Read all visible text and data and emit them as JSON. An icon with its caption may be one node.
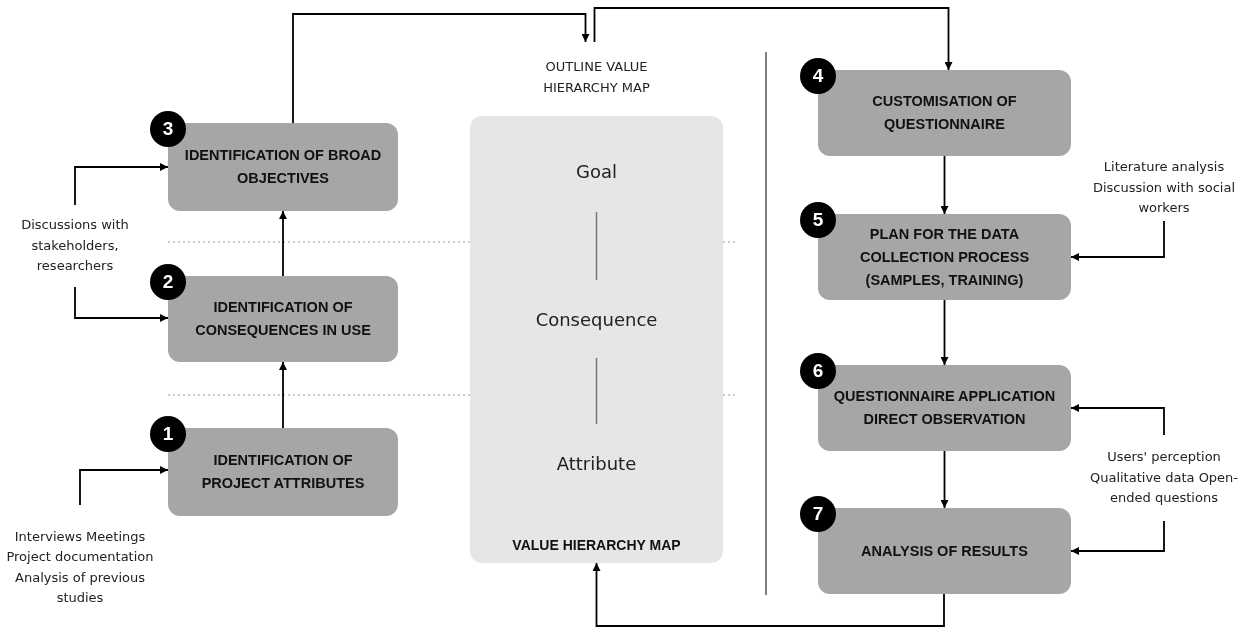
{
  "diagram": {
    "nodes": [
      {
        "text": [
          "1",
          "IDENTIFICATION OF PROJECT ATTRIBUTES"
        ]
      },
      {
        "text": [
          "2",
          "IDENTIFICATION OF CONSEQUENCES IN USE"
        ]
      },
      {
        "text": [
          "3",
          "IDENTIFICATION OF BROAD OBJECTIVES"
        ]
      },
      {
        "text": [
          "OUTLINE VALUE HIERARCHY MAP",
          "VALUE HIERARCHY MAP"
        ]
      },
      {
        "text": [
          "Goal"
        ],
        "in": 3
      },
      {
        "text": [
          "Consequence"
        ],
        "in": 3
      },
      {
        "text": [
          "Attribute"
        ],
        "in": 3
      },
      {
        "text": [
          "4",
          "CUSTOMISATION OF QUESTIONNAIRE"
        ]
      },
      {
        "text": [
          "5",
          "PLAN FOR THE DATA COLLECTION PROCESS (SAMPLES, TRAINING)"
        ]
      },
      {
        "text": [
          "6",
          "QUESTIONNAIRE APPLICATION DIRECT OBSERVATION"
        ]
      },
      {
        "text": [
          "7",
          "ANALYSIS OF RESULTS"
        ]
      },
      {
        "text": [
          "Discussions with stakeholders, researchers"
        ]
      },
      {
        "text": [
          "Interviews Meetings Project documentation Analysis of previous studies"
        ]
      },
      {
        "text": [
          "Literature analysis Discussion with social workers"
        ]
      },
      {
        "text": [
          "Users' perception Qualitative data Open-ended questions"
        ]
      }
    ],
    "edges": [
      {
        "from": 0,
        "to": 1,
        "arrow": "to"
      },
      {
        "from": 1,
        "to": 2,
        "arrow": "to"
      },
      {
        "from": 2,
        "to": 3,
        "arrow": "to"
      },
      {
        "from": 3,
        "to": 7,
        "arrow": "to"
      },
      {
        "from": 7,
        "to": 8,
        "arrow": "to"
      },
      {
        "from": 8,
        "to": 9,
        "arrow": "to"
      },
      {
        "from": 9,
        "to": 10,
        "arrow": "to"
      },
      {
        "from": 10,
        "to": 3,
        "arrow": "to"
      },
      {
        "from": 4,
        "to": 5,
        "arrow": "none",
        "color": "#777777"
      },
      {
        "from": 5,
        "to": 6,
        "arrow": "none",
        "color": "#777777"
      },
      {
        "from": 11,
        "to": 2,
        "arrow": "to"
      },
      {
        "from": 11,
        "to": 1,
        "arrow": "to"
      },
      {
        "from": 12,
        "to": 0,
        "arrow": "to"
      },
      {
        "from": 13,
        "to": 8,
        "arrow": "to"
      },
      {
        "from": 14,
        "to": 9,
        "arrow": "to"
      },
      {
        "from": 14,
        "to": 10,
        "arrow": "to"
      }
    ]
  }
}
